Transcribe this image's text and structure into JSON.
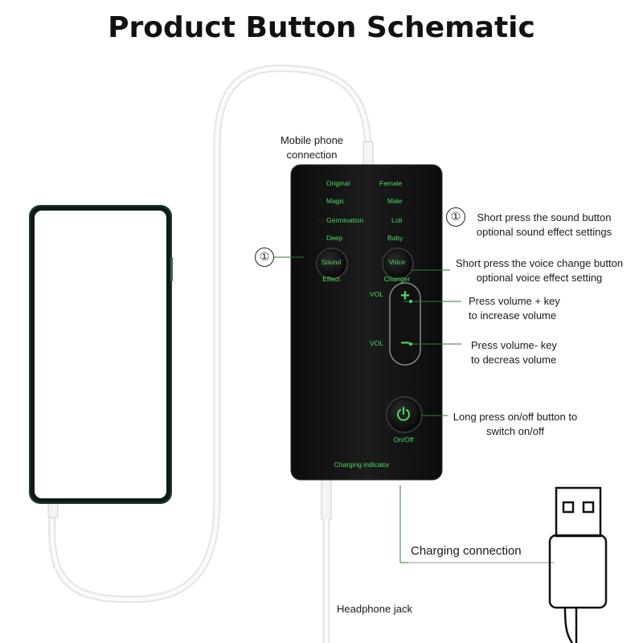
{
  "title": "Product Button Schematic",
  "labels": {
    "mobile_phone_connection_1": "Mobile phone",
    "mobile_phone_connection_2": "connection",
    "sound_hint_1": "Short press the sound button",
    "sound_hint_2": "optional sound effect  settings",
    "voice_hint_1": "Short press the voice change button",
    "voice_hint_2": "optional voice effect setting",
    "vol_up_hint_1": "Press volume + key",
    "vol_up_hint_2": "to increase volume",
    "vol_down_hint_1": "Press volume- key",
    "vol_down_hint_2": "to decreas volume",
    "power_hint_1": "Long press on/off button to",
    "power_hint_2": "switch on/off",
    "charging_connection": "Charging connection",
    "headphone_jack": "Headphone jack",
    "marker_number": "①"
  },
  "device": {
    "effects_left": [
      "Original",
      "Magic",
      "Germination",
      "Deep"
    ],
    "effects_right": [
      "Female",
      "Male",
      "Loli",
      "Baby"
    ],
    "sound_button": {
      "line1": "Sound",
      "line2": "Effect"
    },
    "voice_button": {
      "line1": "Voice",
      "line2": "Changer"
    },
    "vol_label": "VOL",
    "vol_plus": "+",
    "vol_minus": "−",
    "power_label": "On/Off",
    "charging_indicator": "Charging indicator"
  },
  "colors": {
    "device_body": "#141414",
    "device_text": "#4cd964",
    "callout_line": "#2e7d32",
    "cable": "#e8e8e8"
  },
  "icons": [
    "power-icon",
    "usb-plug-icon",
    "phone-icon"
  ]
}
